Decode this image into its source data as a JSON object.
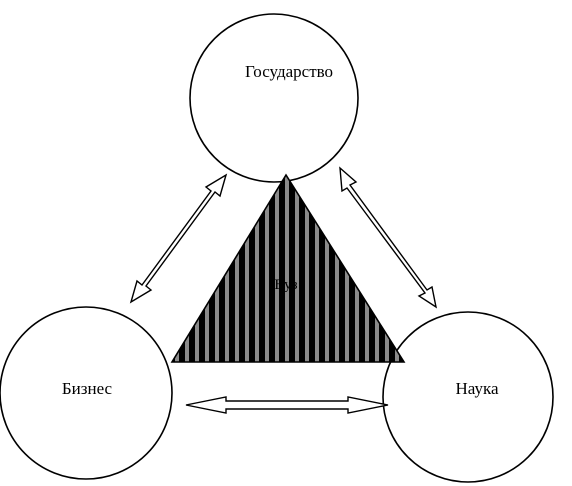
{
  "nodes": {
    "state": {
      "label": "Государство"
    },
    "business": {
      "label": "Бизнес"
    },
    "science": {
      "label": "Наука"
    }
  },
  "center": {
    "label": "Вуз"
  },
  "colors": {
    "stroke": "#000000",
    "fill": "#ffffff",
    "stripe_dark": "#000000",
    "stripe_light": "#8a8a8a"
  }
}
